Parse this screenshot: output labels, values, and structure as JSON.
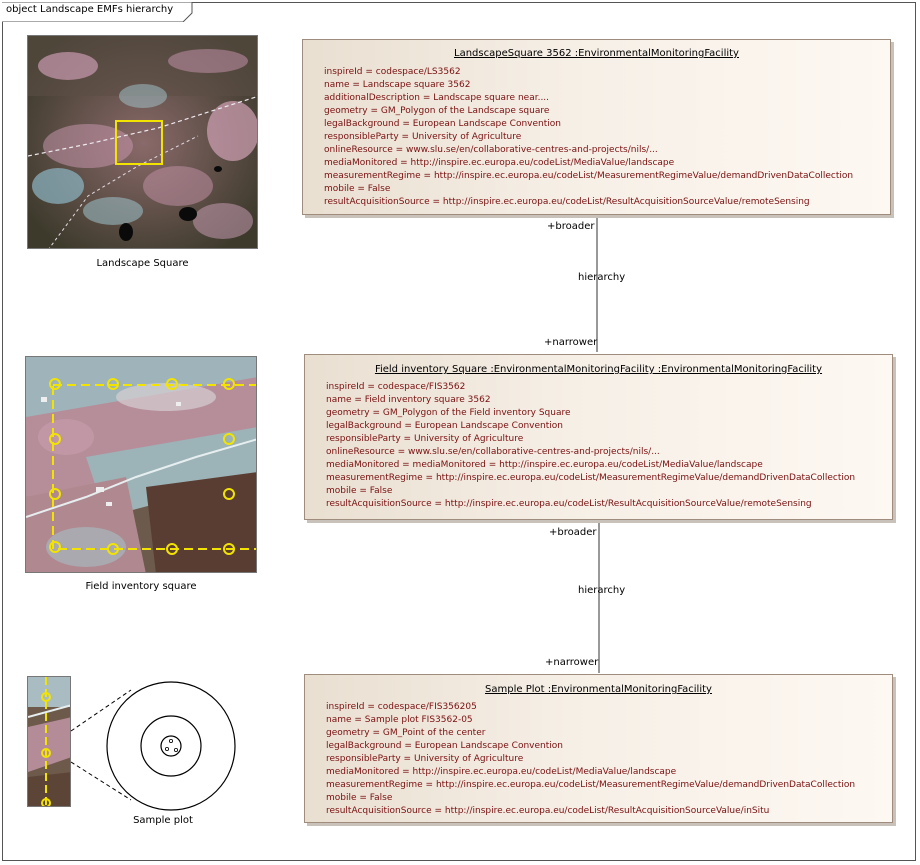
{
  "frame": {
    "title": "object Landscape EMFs hierarchy"
  },
  "images": [
    {
      "caption": "Landscape Square"
    },
    {
      "caption": "Field inventory square"
    },
    {
      "caption": "Sample plot"
    }
  ],
  "objects": [
    {
      "title": "LandscapeSquare 3562 :EnvironmentalMonitoringFacility",
      "attributes": [
        "inspireId = codespace/LS3562",
        "name = Landscape square 3562",
        "additionalDescription = Landscape square near....",
        "geometry = GM_Polygon of the Landscape square",
        "legalBackground = European Landscape Convention",
        "responsibleParty = University of Agriculture",
        "onlineResource = www.slu.se/en/collaborative-centres-and-projects/nils/...",
        "mediaMonitored = http://inspire.ec.europa.eu/codeList/MediaValue/landscape",
        "measurementRegime = http://inspire.ec.europa.eu/codeList/MeasurementRegimeValue/demandDrivenDataCollection",
        "mobile = False",
        "resultAcquisitionSource = http://inspire.ec.europa.eu/codeList/ResultAcquisitionSourceValue/remoteSensing"
      ]
    },
    {
      "title": "Field inventory Square :EnvironmentalMonitoringFacility :EnvironmentalMonitoringFacility",
      "attributes": [
        "inspireId = codespace/FIS3562",
        "name = Field inventory square 3562",
        "geometry = GM_Polygon of the Field inventory Square",
        "legalBackground = European Landscape Convention",
        "responsibleParty = University of Agriculture",
        "onlineResource = www.slu.se/en/collaborative-centres-and-projects/nils/...",
        "mediaMonitored = mediaMonitored = http://inspire.ec.europa.eu/codeList/MediaValue/landscape",
        "measurementRegime = http://inspire.ec.europa.eu/codeList/MeasurementRegimeValue/demandDrivenDataCollection",
        "mobile = False",
        "resultAcquisitionSource = http://inspire.ec.europa.eu/codeList/ResultAcquisitionSourceValue/remoteSensing"
      ]
    },
    {
      "title": "Sample Plot :EnvironmentalMonitoringFacility",
      "attributes": [
        "inspireId = codespace/FIS356205",
        "name = Sample plot FIS3562-05",
        "geometry = GM_Point of the center",
        "legalBackground = European Landscape Convention",
        "responsibleParty = University of Agriculture",
        "mediaMonitored = http://inspire.ec.europa.eu/codeList/MediaValue/landscape",
        "measurementRegime = http://inspire.ec.europa.eu/codeList/MeasurementRegimeValue/demandDrivenDataCollection",
        "mobile = False",
        "resultAcquisitionSource = http://inspire.ec.europa.eu/codeList/ResultAcquisitionSourceValue/inSitu"
      ]
    }
  ],
  "links": [
    {
      "broader": "+broader",
      "name": "hierarchy",
      "narrower": "+narrower"
    },
    {
      "broader": "+broader",
      "name": "hierarchy",
      "narrower": "+narrower"
    }
  ],
  "colors": {
    "attribute_text": "#7a1010",
    "box_border": "#a08c7c",
    "marker_yellow": "#f2e400"
  }
}
